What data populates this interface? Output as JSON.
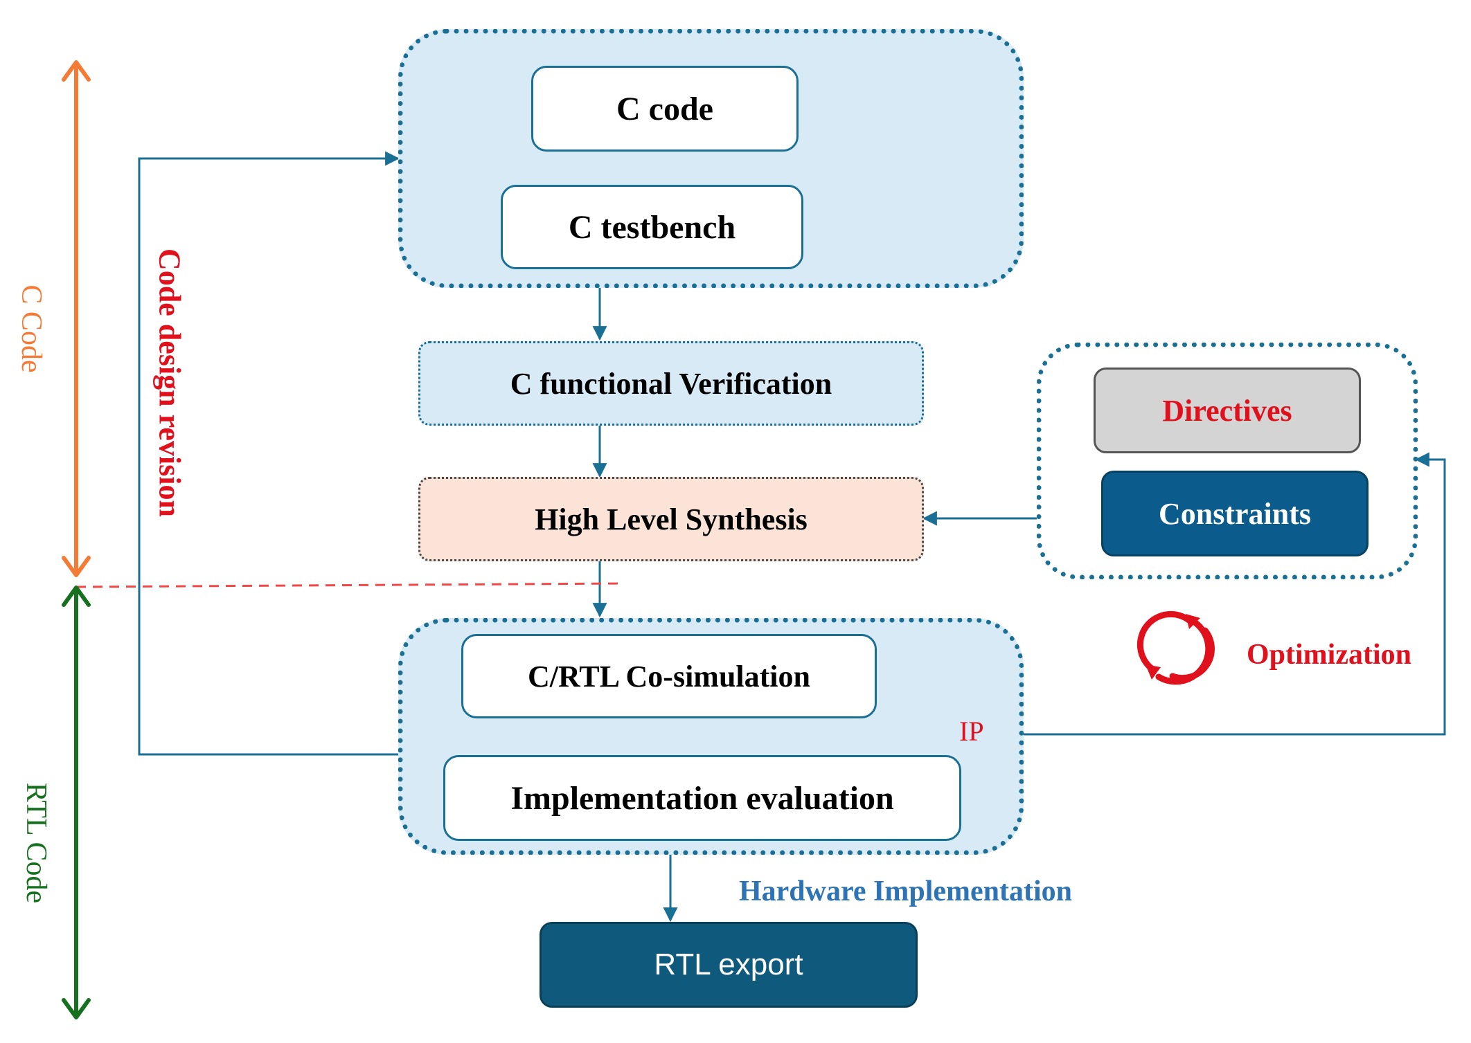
{
  "nodes": {
    "c_code": "C code",
    "c_testbench": "C testbench",
    "c_functional_verification": "C functional Verification",
    "high_level_synthesis": "High Level Synthesis",
    "directives": "Directives",
    "constraints": "Constraints",
    "c_rtl_cosim": "C/RTL Co-simulation",
    "implementation_evaluation": "Implementation evaluation",
    "rtl_export": "RTL export"
  },
  "labels": {
    "optimization": "Optimization",
    "ip": "IP",
    "hardware_implementation": "Hardware Implementation",
    "code_design_revision": "Code design revision",
    "c_code_range": "C Code",
    "rtl_code_range": "RTL Code"
  },
  "colors": {
    "flow_line": "#1a6f94",
    "group_fill": "#d9eaf7",
    "c_code_range": "#f47b35",
    "rtl_code_range": "#17701f",
    "boundary_dash": "#f04848",
    "red_text": "#e0101c",
    "directives_fill": "#d4d4d4",
    "dark_fill": "#0b5c8c",
    "rtl_export_fill": "#0f5a7c",
    "verification_fill": "#d9eaf7",
    "hls_fill": "#fbe3d7",
    "hardware_text": "#2e74b5"
  }
}
